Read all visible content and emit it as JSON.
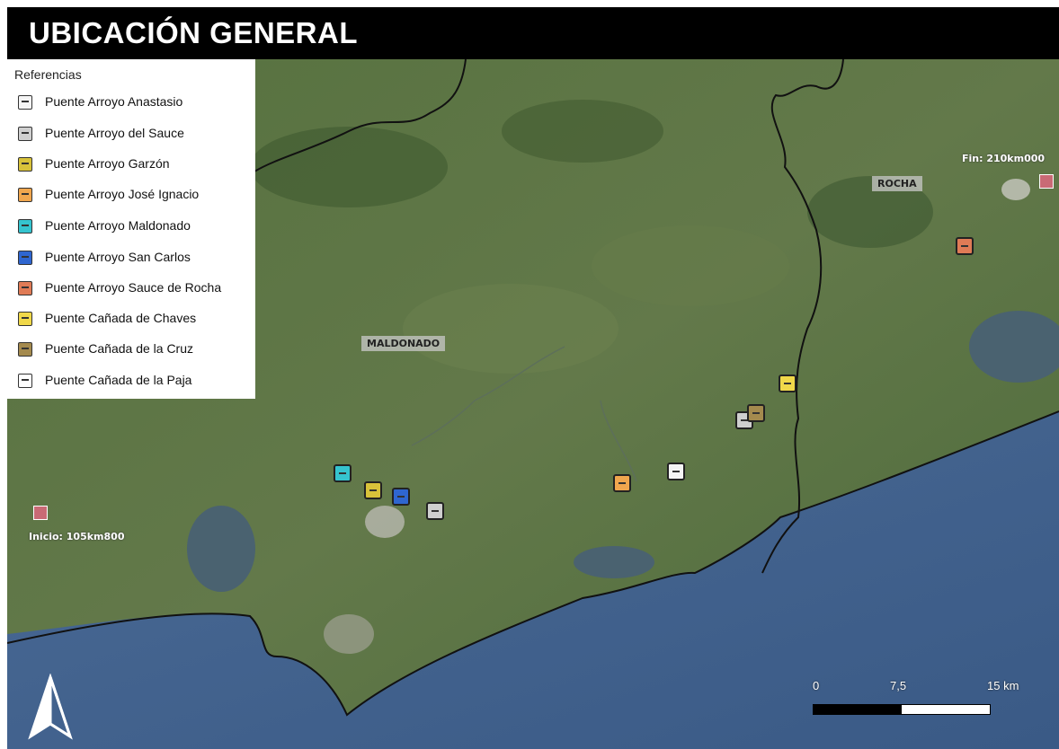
{
  "title": "UBICACIÓN GENERAL",
  "legend": {
    "header": "Referencias",
    "items": [
      {
        "label": "Puente Arroyo Anastasio",
        "color": "#f4f4f4"
      },
      {
        "label": "Puente Arroyo del Sauce",
        "color": "#cfcfcf"
      },
      {
        "label": "Puente Arroyo Garzón",
        "color": "#d8c23a"
      },
      {
        "label": "Puente Arroyo José Ignacio",
        "color": "#f0a64e"
      },
      {
        "label": "Puente Arroyo Maldonado",
        "color": "#35c4cf"
      },
      {
        "label": "Puente Arroyo San Carlos",
        "color": "#2f66d0"
      },
      {
        "label": "Puente Arroyo Sauce de Rocha",
        "color": "#e07b56"
      },
      {
        "label": "Puente Cañada de Chaves",
        "color": "#f0d84a"
      },
      {
        "label": "Puente Cañada de la Cruz",
        "color": "#a48a4e"
      },
      {
        "label": "Puente Cañada de la Paja",
        "color": "#ffffff"
      }
    ]
  },
  "map_labels": {
    "maldonado": "MALDONADO",
    "rocha": "ROCHA",
    "start": "Inicio: 105km800",
    "end": "Fin: 210km000"
  },
  "scale": {
    "ticks": [
      "0",
      "7,5",
      "15 km"
    ]
  },
  "icons": {
    "north": "north-arrow-icon",
    "bridge": "bridge-icon"
  },
  "colors": {
    "land": "#4f6b3c",
    "sea": "#3f5f8a",
    "endpoint": "#c96a75"
  }
}
